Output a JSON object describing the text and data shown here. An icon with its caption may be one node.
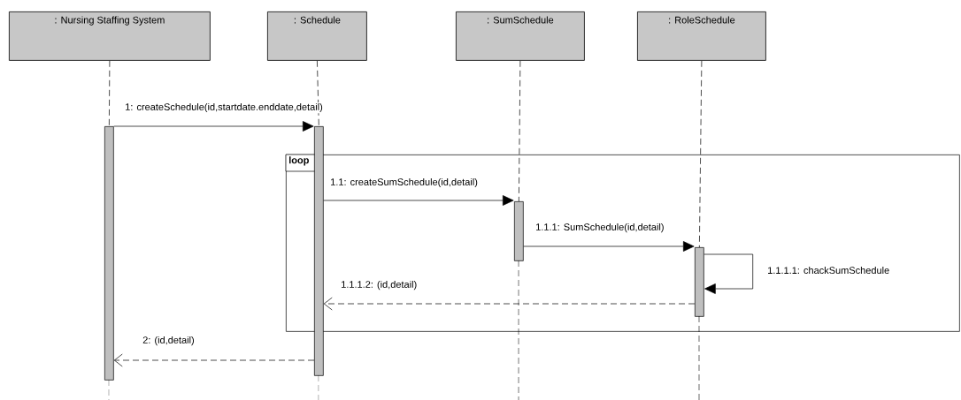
{
  "diagram": {
    "nodes": [
      {
        "text": [
          ": Nursing Staffing System"
        ]
      },
      {
        "text": [
          ": Schedule"
        ]
      },
      {
        "text": [
          ": SumSchedule"
        ]
      },
      {
        "text": [
          ": RoleSchedule"
        ]
      },
      {
        "text": [
          "loop"
        ]
      },
      {
        "text": [],
        "shape": "bar"
      },
      {
        "text": [],
        "shape": "bar"
      },
      {
        "text": [],
        "shape": "bar",
        "in": 4
      },
      {
        "text": [],
        "shape": "bar",
        "in": 4
      }
    ],
    "edges": [
      {
        "from": 0,
        "to": 5,
        "arrow": "none",
        "style": "dashed"
      },
      {
        "from": 1,
        "to": 6,
        "arrow": "none",
        "style": "dashed"
      },
      {
        "from": 2,
        "to": 7,
        "arrow": "none",
        "style": "dashed"
      },
      {
        "from": 3,
        "to": 8,
        "arrow": "none",
        "style": "dashed"
      },
      {
        "from": 5,
        "to": 6,
        "arrow": "to",
        "label": "1: createSchedule(id,startdate.enddate,detail)"
      },
      {
        "from": 6,
        "to": 7,
        "arrow": "to",
        "label": "1.1: createSumSchedule(id,detail)"
      },
      {
        "from": 7,
        "to": 8,
        "arrow": "to",
        "label": "1.1.1: SumSchedule(id,detail)"
      },
      {
        "from": 8,
        "to": 8,
        "arrow": "to",
        "label": "1.1.1.1: chackSumSchedule"
      },
      {
        "from": 8,
        "to": 6,
        "arrow": "to",
        "style": "dashed",
        "label": "1.1.1.2: (id,detail)"
      },
      {
        "from": 6,
        "to": 5,
        "arrow": "to",
        "style": "dashed",
        "label": "2: (id,detail)"
      }
    ]
  }
}
